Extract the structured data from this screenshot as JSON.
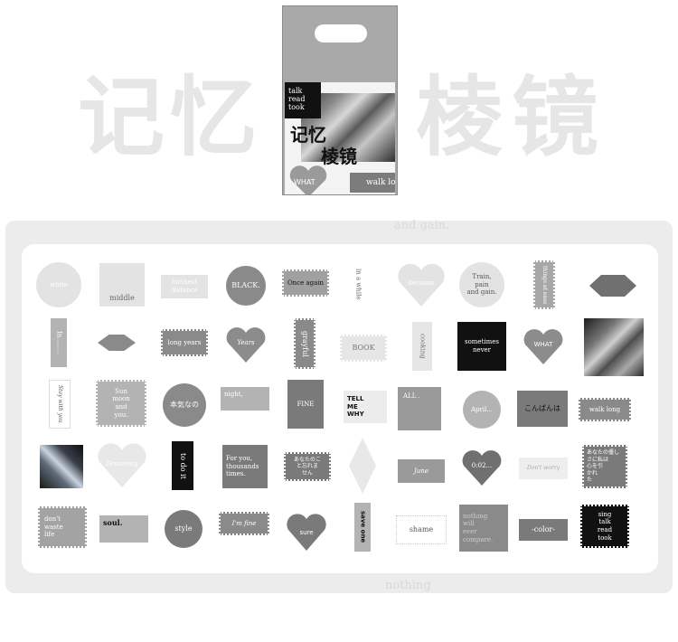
{
  "background_title": {
    "left_1": "记",
    "left_2": "忆",
    "right_1": "棱",
    "right_2": "镜"
  },
  "package": {
    "tag_text": "talk\nread\ntook",
    "title_line1": "记忆",
    "title_line2": "棱镜",
    "heart_text": "WHAT",
    "label_text": "walk lo"
  },
  "sheet_ghost": {
    "text_1": "and gain.",
    "text_2": "nothing"
  },
  "stickers": {
    "white": "white",
    "middle": "middle",
    "furthest": "furthest\ndistance",
    "black": "BLACK.",
    "once_again": "Once again",
    "in_a_while": "in a while",
    "decision": "decision",
    "train": "Train,\npain\nand gain.",
    "tall_r1": "things at ease",
    "in": "In........",
    "long_years": "long years",
    "years_script": "Years",
    "grayful": "grayful",
    "book": "BOOK",
    "cooking": "cooking",
    "sometimes": "sometimes\nnever",
    "what": "WHAT",
    "script_r3": "Stay with you",
    "sun": "Sun\nmoon\nand\nyou.",
    "honki": "本気なの",
    "night": "night,",
    "fine": "FINE",
    "tell": "TELL\nME\nWHY",
    "all": "ALL .",
    "april": "April...",
    "konbanwa": "こんばんは",
    "walk_long": "walk long",
    "dreaming": "Dreaming",
    "to_do_it": "to do it",
    "for_you": "For you,\nthousands\ntimes.",
    "anata1": "あなたのこ\nと忘れま\nせん",
    "june": "June",
    "time": "0:02...",
    "script_r4": "Don't worry",
    "anata2": "あなたの優し\nさに私は\n心を引\nかれ\nた",
    "dont": "don't\nwaste\nlife",
    "soul": "soul.",
    "style": "style",
    "im_fine": "I'm fine",
    "sure": "sure",
    "save_one": "save one",
    "shame": "shame",
    "nothing": "nothing\nwill\never\ncompare.",
    "color": "-color-",
    "sing": "sing\ntalk\nread\ntook"
  },
  "colors": {
    "light_gray": "#e3e3e3",
    "mid_gray": "#b3b3b3",
    "dark_gray": "#7a7a7a",
    "black": "#111111"
  }
}
